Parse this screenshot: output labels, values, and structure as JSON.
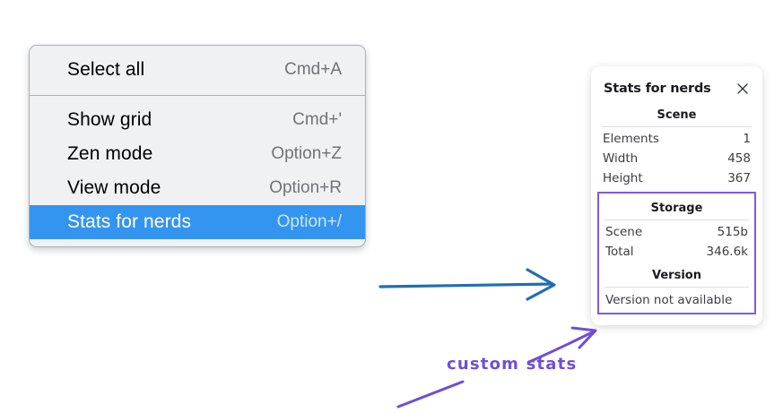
{
  "context_menu": {
    "groups": [
      {
        "items": [
          {
            "label": "Select all",
            "shortcut": "Cmd+A",
            "selected": false
          }
        ]
      },
      {
        "items": [
          {
            "label": "Show grid",
            "shortcut": "Cmd+'",
            "selected": false
          },
          {
            "label": "Zen mode",
            "shortcut": "Option+Z",
            "selected": false
          },
          {
            "label": "View mode",
            "shortcut": "Option+R",
            "selected": false
          },
          {
            "label": "Stats for nerds",
            "shortcut": "Option+/",
            "selected": true
          }
        ]
      }
    ],
    "highlight_color": "#3395ef",
    "background_color": "#f0f1f3"
  },
  "stats_panel": {
    "title": "Stats for nerds",
    "close_icon": "close-icon",
    "sections": [
      {
        "name": "scene",
        "heading": "Scene",
        "rows": [
          {
            "key": "Elements",
            "value": "1"
          },
          {
            "key": "Width",
            "value": "458"
          },
          {
            "key": "Height",
            "value": "367"
          }
        ]
      },
      {
        "name": "storage",
        "heading": "Storage",
        "rows": [
          {
            "key": "Scene",
            "value": "515b"
          },
          {
            "key": "Total",
            "value": "346.6k"
          }
        ]
      },
      {
        "name": "version",
        "heading": "Version",
        "text": "Version not available"
      }
    ],
    "highlight_border_color": "#7b5ce6"
  },
  "annotations": {
    "flow_arrow_color": "#1f6fb2",
    "callout_text": "custom stats",
    "callout_color": "#6d4fd6"
  }
}
